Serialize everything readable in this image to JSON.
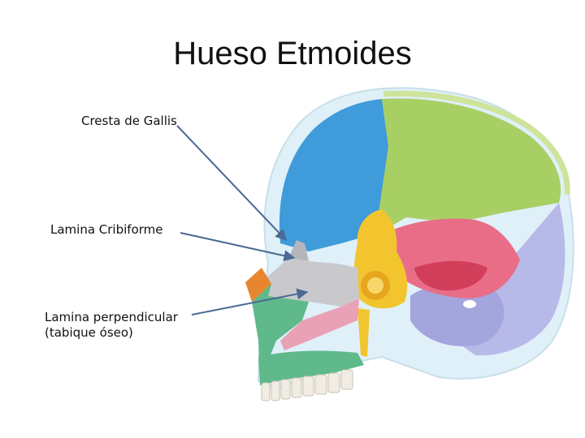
{
  "title": "Hueso Etmoides",
  "labels": {
    "crista": "Cresta de Gallis",
    "cribiform": "Lamina Cribiforme",
    "perpendicular_line1": "Lamina perpendicular",
    "perpendicular_line2": "(tabique óseo)"
  },
  "colors": {
    "frontal": "#3f9bd9",
    "parietal": "#a8cf63",
    "occipital": "#b7b9e8",
    "sphenoid": "#f2c52f",
    "temporal": "#e96d87",
    "ethmoid": "#c9c9cc",
    "nasal": "#e8862e",
    "maxilla": "#5fb98a",
    "vomer": "#e9a1b6",
    "arrow": "#4a6a94"
  }
}
